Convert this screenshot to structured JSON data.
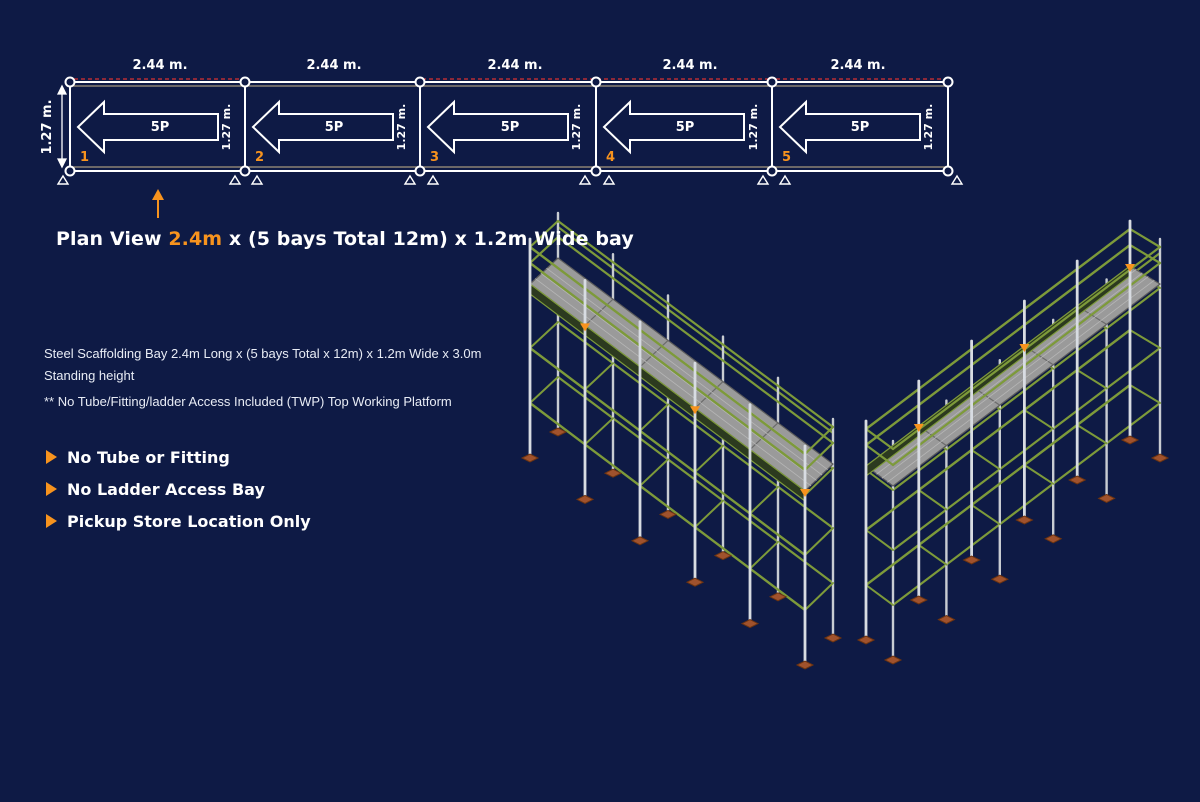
{
  "plan": {
    "bay_width_label": "2.44 m.",
    "bay_depth_label": "1.27 m.",
    "inner_depth_label": "1.27 m.",
    "platform_label": "5P",
    "bays": [
      "1",
      "2",
      "3",
      "4",
      "5"
    ]
  },
  "caption": {
    "prefix": "Plan View ",
    "accent": "2.4m",
    "suffix": " x (5 bays Total 12m) x 1.2m Wide bay"
  },
  "description": {
    "line1": "Steel Scaffolding Bay 2.4m Long x (5 bays Total x 12m) x 1.2m Wide x 3.0m Standing height",
    "line2": "** No Tube/Fitting/ladder Access Included (TWP) Top Working Platform"
  },
  "features": [
    "No Tube or Fitting",
    "No Ladder Access Bay",
    "Pickup Store Location Only"
  ],
  "colors": {
    "background": "#0e1a45",
    "accent": "#f7931e",
    "frame": "#7d9a3a",
    "deck": "#9a9a9a",
    "base": "#a0522d",
    "line": "#ffffff"
  }
}
